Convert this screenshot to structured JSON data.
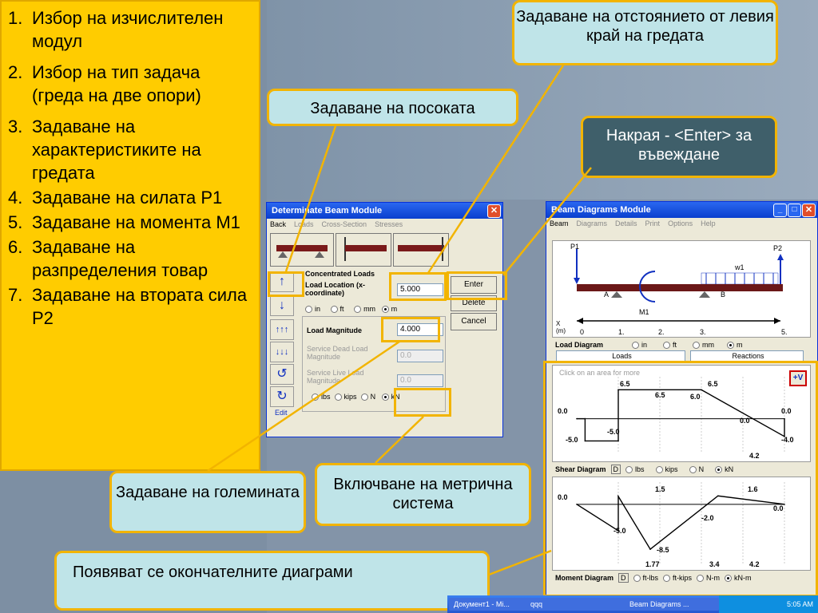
{
  "steps": [
    {
      "num": "1.",
      "text": "Избор на изчислителен модул"
    },
    {
      "num": "2.",
      "text": "Избор на тип задача (греда на две опори)"
    },
    {
      "num": "3.",
      "text": "Задаване на характеристиките на гредата"
    },
    {
      "num": "4.",
      "text": "Задаване на силата P1"
    },
    {
      "num": "5.",
      "text": "Задаване на момента M1"
    },
    {
      "num": "6.",
      "text": "Задаване на разпределения товар"
    },
    {
      "num": "7.",
      "text": "Задаване на втората сила P2"
    }
  ],
  "callouts": {
    "distance": "Задаване на отстоянието от левия край на гредата",
    "direction": "Задаване на посоката",
    "enter": "Накрая - <Enter> за въвеждане",
    "magnitude": "Задаване на големината",
    "metric": "Включване на метрична система",
    "final": "Появяват се окончателните диаграми"
  },
  "beam_module": {
    "title": "Determinate Beam Module",
    "menu": [
      "Back",
      "Loads",
      "Cross-Section",
      "Stresses"
    ],
    "group_label": "Concentrated Loads",
    "load_location_label": "Load Location (x-coordinate)",
    "load_location_value": "5.000",
    "units_length": [
      "in",
      "ft",
      "mm",
      "m"
    ],
    "selected_length_unit": "m",
    "load_magnitude_label": "Load Magnitude",
    "load_magnitude_value": "4.000",
    "service_dead_label": "Service Dead Load Magnitude",
    "service_dead_value": "0.0",
    "service_live_label": "Service Live Load Magnitude",
    "service_live_value": "0.0",
    "units_force": [
      "lbs",
      "kips",
      "N",
      "kN"
    ],
    "selected_force_unit": "kN",
    "buttons": {
      "enter": "Enter",
      "delete": "Delete",
      "cancel": "Cancel"
    },
    "edit_label": "Edit"
  },
  "diagrams_module": {
    "title": "Beam Diagrams Module",
    "menu": [
      "Beam",
      "Diagrams",
      "Details",
      "Print",
      "Options",
      "Help"
    ],
    "beam_labels": {
      "p1": "P1",
      "p2": "P2",
      "w1": "w1",
      "m1": "M1",
      "a": "A",
      "b": "B"
    },
    "axis_label": "X (m)",
    "ticks": [
      "0",
      "1.",
      "2.",
      "3.",
      "5."
    ],
    "load_diagram_label": "Load Diagram",
    "load_units": [
      "in",
      "ft",
      "mm",
      "m"
    ],
    "selected_load_unit": "m",
    "dropdown_loads": "Loads",
    "dropdown_reactions": "Reactions",
    "hint": "Click on an area for more",
    "shear_button": "+V",
    "shear_diagram_label": "Shear Diagram",
    "d_button": "D",
    "shear_units": [
      "lbs",
      "kips",
      "N",
      "kN"
    ],
    "selected_shear_unit": "kN",
    "moment_diagram_label": "Moment Diagram",
    "moment_units": [
      "ft-lbs",
      "ft-kips",
      "N-m",
      "kN-m"
    ],
    "selected_moment_unit": "kN-m",
    "shear_value_labels": [
      "6.5",
      "6.5",
      "6.5",
      "6.0",
      "0.0",
      "0.0",
      "0.0",
      "-5.0",
      "-5.0",
      "-4.0",
      "4.2"
    ],
    "moment_value_labels": [
      "0.0",
      "1.5",
      "1.6",
      "0.0",
      "-2.0",
      "-5.0",
      "-8.5",
      "1.77",
      "3.4",
      "4.2"
    ]
  },
  "taskbar": {
    "items": [
      "Документ1 - Mi...",
      "qqq",
      "Beam Diagrams ..."
    ],
    "clock": "5:05 AM"
  },
  "chart_data": [
    {
      "type": "line",
      "title": "",
      "xlabel": "X (m)",
      "ylabel": "",
      "series": [
        {
          "name": "Shear Diagram",
          "x": [
            0,
            0.2,
            0.2,
            1.0,
            1.0,
            3.0,
            5.0,
            5.0
          ],
          "y": [
            0,
            0,
            -5,
            -5,
            6.5,
            6.5,
            -4,
            0
          ]
        }
      ]
    },
    {
      "type": "line",
      "title": "",
      "xlabel": "X (m)",
      "ylabel": "",
      "series": [
        {
          "name": "Moment Diagram",
          "x": [
            0,
            1.0,
            1.0,
            1.77,
            3.4,
            5.0
          ],
          "y": [
            0,
            -5,
            1.5,
            -8.5,
            1.6,
            0
          ]
        }
      ]
    }
  ]
}
